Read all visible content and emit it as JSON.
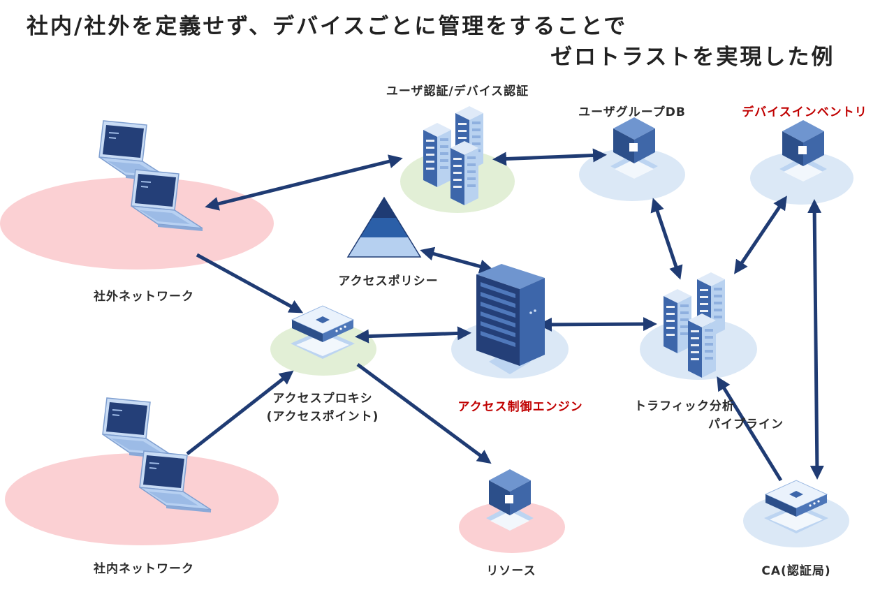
{
  "title": {
    "line1": "社内/社外を定義せず、デバイスごとに管理をすることで",
    "line2": "ゼロトラストを実現した例"
  },
  "labels": {
    "user_device_auth": "ユーザ認証/デバイス認証",
    "user_group_db": "ユーザグループDB",
    "device_inventory": "デバイスインベントリ",
    "external_network": "社外ネットワーク",
    "access_policy": "アクセスポリシー",
    "access_proxy_line1": "アクセスプロキシ",
    "access_proxy_line2": "(アクセスポイント)",
    "access_control_engine": "アクセス制御エンジン",
    "traffic_analysis_line1": "トラフィック分析",
    "traffic_analysis_line2": "パイプライン",
    "internal_network": "社内ネットワーク",
    "resource": "リソース",
    "ca": "CA(認証局)"
  },
  "colors": {
    "arrow": "#1f3b73",
    "network_zone": "#fbd0d3",
    "proxy_zone": "#e2efd6",
    "server_zone": "#dbe8f6",
    "highlight_text": "#c00000",
    "device_dark": "#2c4f8a",
    "device_light": "#a9c7ee"
  },
  "icons": [
    "laptop-icon",
    "server-rack-icon",
    "cube-icon",
    "pyramid-icon",
    "router-icon",
    "tower-server-icon"
  ]
}
